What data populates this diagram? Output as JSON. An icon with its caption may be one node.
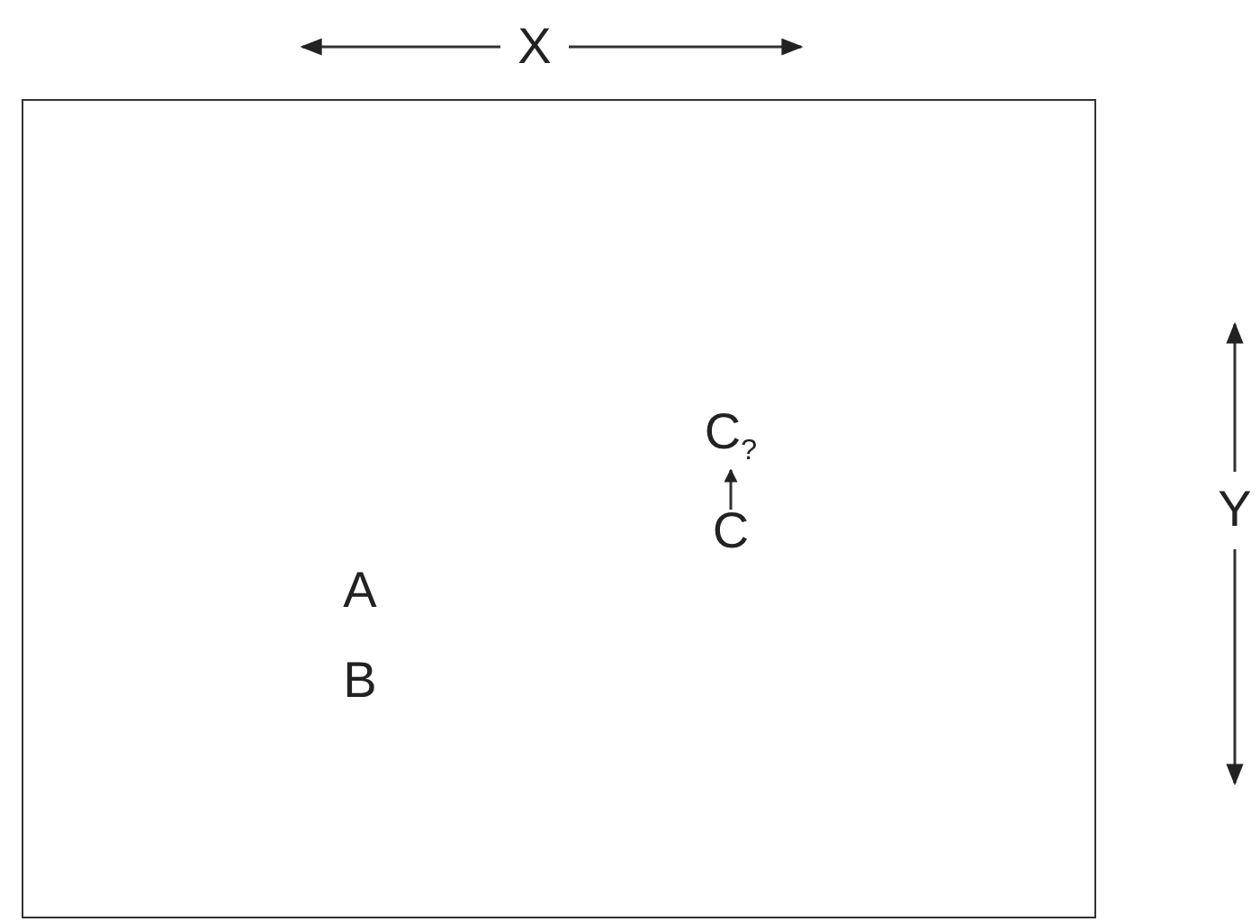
{
  "diagram": {
    "nodes": [
      {
        "text": [],
        "shape": "box"
      },
      {
        "text": [
          "C$_{?}$"
        ],
        "in": 0
      },
      {
        "text": [
          "C"
        ],
        "in": 0
      },
      {
        "text": [
          "A"
        ],
        "in": 0
      },
      {
        "text": [
          "B"
        ],
        "in": 0
      }
    ],
    "edges": [
      {
        "from": 2,
        "to": 1,
        "arrow": "to"
      }
    ],
    "labels": [
      "X",
      "Y"
    ]
  }
}
